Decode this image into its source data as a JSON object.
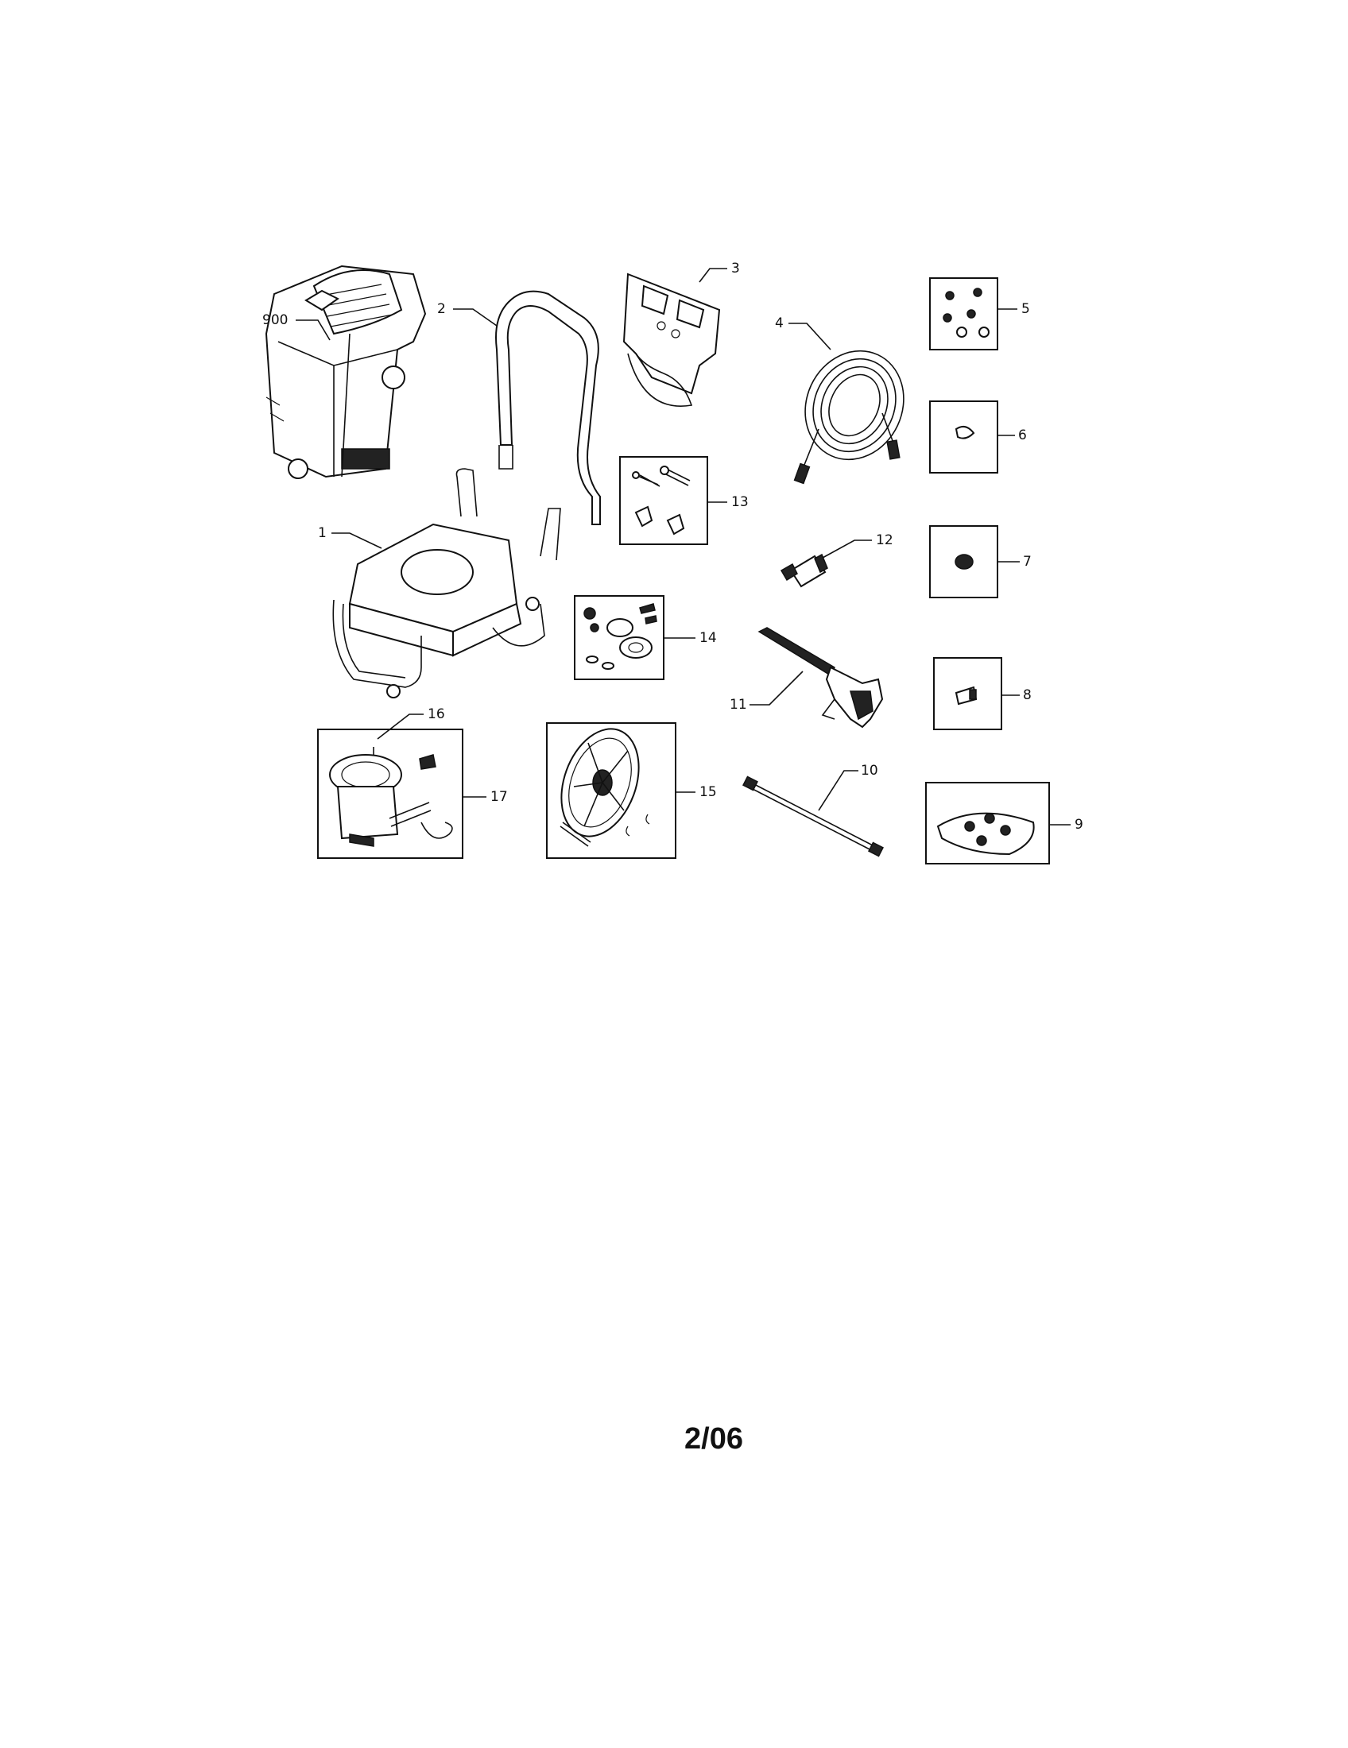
{
  "diagram": {
    "callouts": [
      "900",
      "2",
      "3",
      "4",
      "5",
      "6",
      "7",
      "8",
      "9",
      "10",
      "11",
      "12",
      "13",
      "14",
      "15",
      "16",
      "17",
      "1"
    ],
    "footer": "2/06"
  }
}
